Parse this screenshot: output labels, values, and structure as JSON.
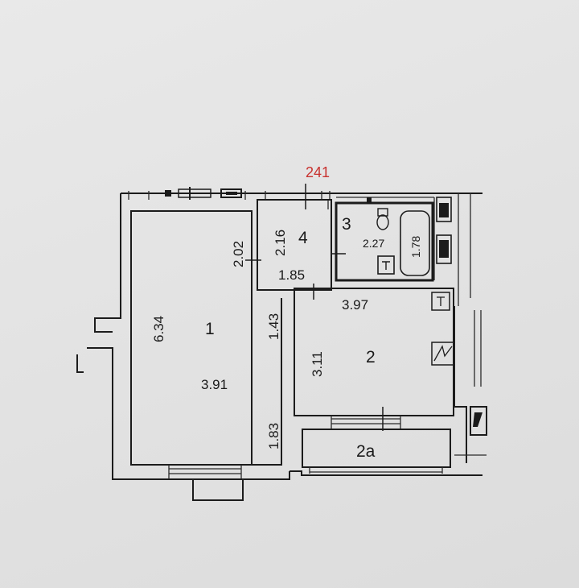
{
  "plan_code": "241",
  "rooms": [
    {
      "id": "1",
      "label": "1",
      "dims": [
        "6.34",
        "3.91",
        "2.02",
        "1.43",
        "1.83"
      ]
    },
    {
      "id": "2",
      "label": "2",
      "dims": [
        "3.97",
        "3.11"
      ]
    },
    {
      "id": "2a",
      "label": "2а"
    },
    {
      "id": "3",
      "label": "3",
      "dims": [
        "2.27",
        "1.78"
      ]
    },
    {
      "id": "4",
      "label": "4",
      "dims": [
        "2.16",
        "1.85"
      ]
    }
  ],
  "colors": {
    "walls": "#1c1c1c",
    "code": "#c8322f",
    "paper": "#e6e6e6"
  }
}
